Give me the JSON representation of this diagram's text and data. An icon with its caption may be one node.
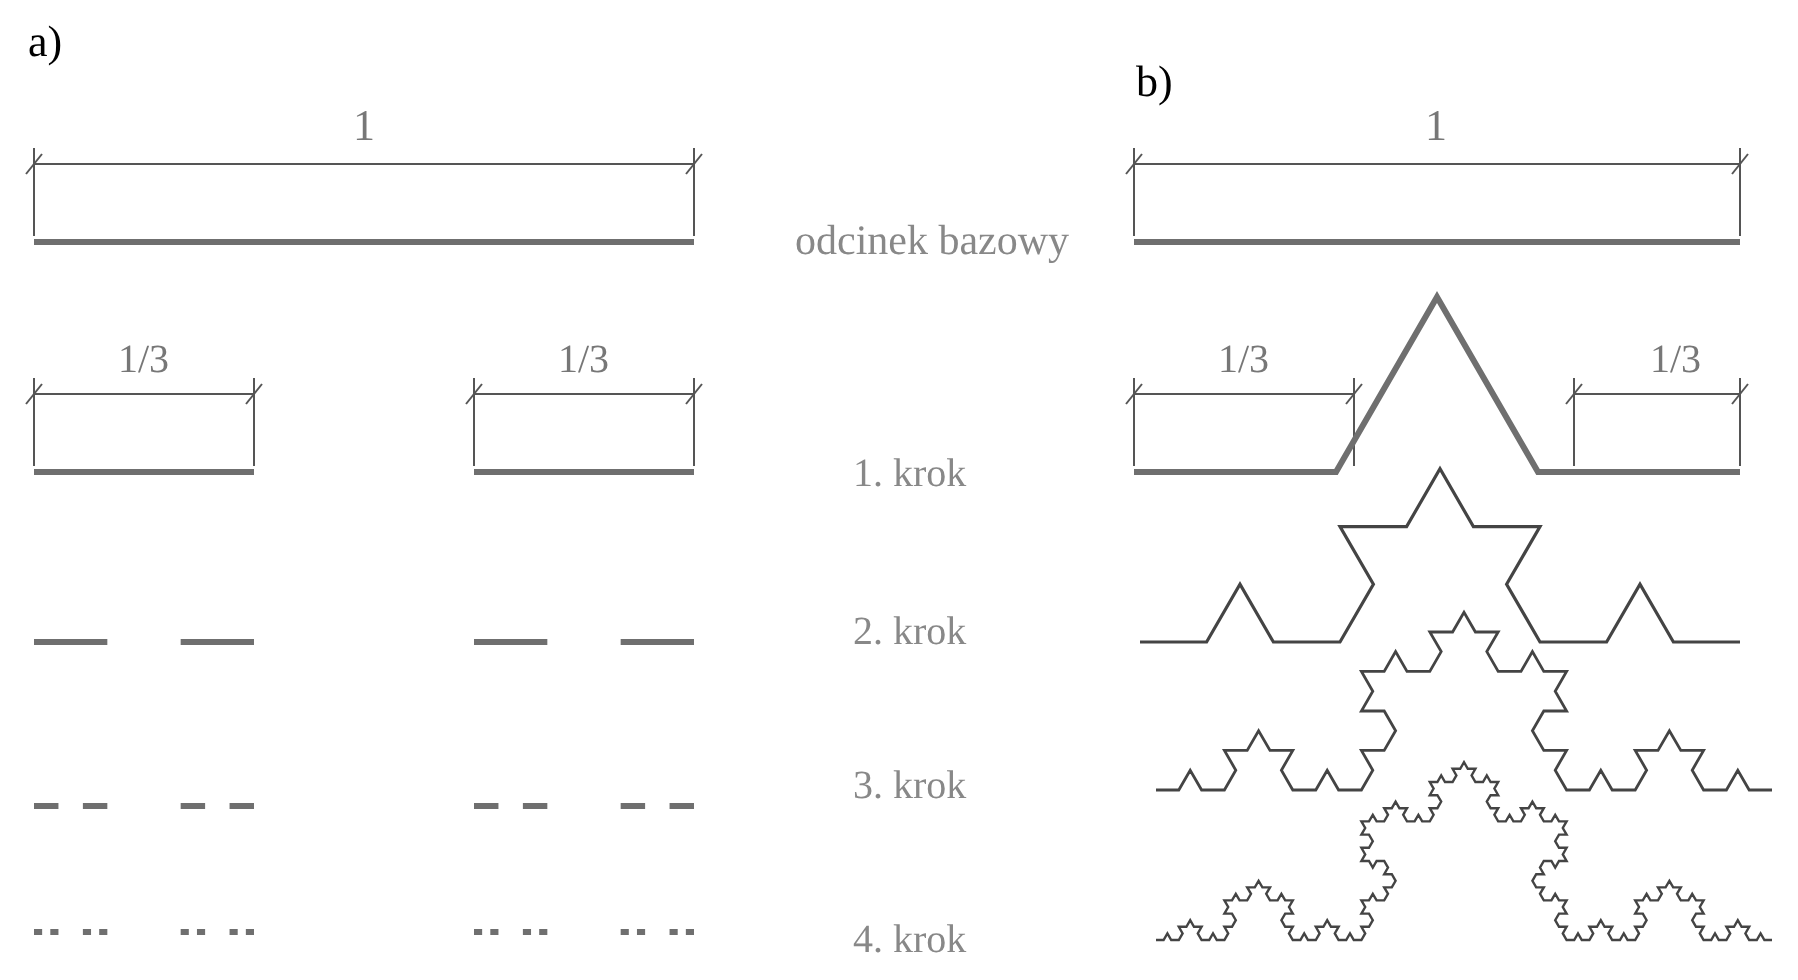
{
  "diagram": {
    "labels": [
      "a)",
      "b)",
      "1",
      "1",
      "odcinek bazowy",
      "1/3",
      "1/3",
      "1. krok",
      "1/3",
      "1/3",
      "2. krok",
      "3. krok",
      "4. krok"
    ]
  }
}
